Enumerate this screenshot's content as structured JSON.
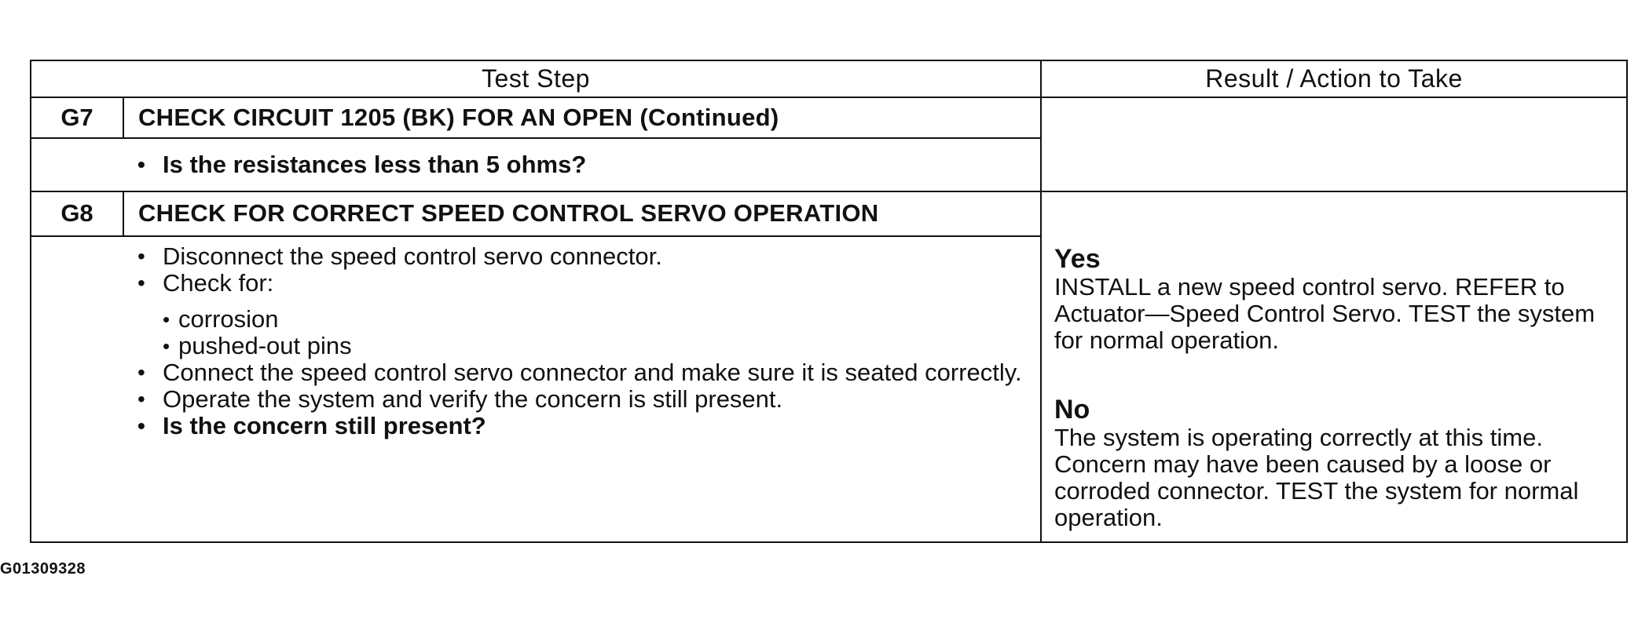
{
  "header": {
    "test_step": "Test Step",
    "result": "Result / Action to Take"
  },
  "g7": {
    "code": "G7",
    "title": "CHECK CIRCUIT 1205 (BK) FOR AN OPEN (Continued)",
    "question": "Is the resistances less than 5 ohms?"
  },
  "g8": {
    "code": "G8",
    "title": "CHECK FOR CORRECT SPEED CONTROL SERVO OPERATION",
    "steps": [
      "Disconnect the speed control servo connector.",
      "Check for:",
      "Connect the speed control servo connector and make sure it is seated correctly.",
      "Operate the system and verify the concern is still present."
    ],
    "check_items": [
      "corrosion",
      "pushed-out pins"
    ],
    "question": "Is the concern still present?",
    "yes_label": "Yes",
    "yes_text": "INSTALL a new speed control servo. REFER to Actuator—Speed Control Servo. TEST the system for normal operation.",
    "no_label": "No",
    "no_text": "The system is operating correctly at this time. Concern may have been caused by a loose or corroded connector. TEST the system for normal operation."
  },
  "figure_id": "G01309328"
}
